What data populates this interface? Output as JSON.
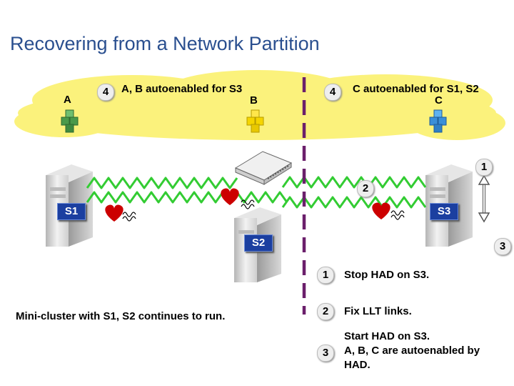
{
  "title": "Recovering from a Network Partition",
  "groups": {
    "a": "A",
    "b": "B",
    "c": "C"
  },
  "left_callout": {
    "number": "4",
    "text": "A, B autoenabled for S3"
  },
  "right_callout": {
    "number": "4",
    "text": "C autoenabled for S1, S2"
  },
  "markers": {
    "one": "1",
    "two": "2",
    "three": "3"
  },
  "servers": {
    "s1": "S1",
    "s2": "S2",
    "s3": "S3"
  },
  "mini_cluster_note": "Mini-cluster with S1, S2 continues to run.",
  "steps": [
    {
      "number": "1",
      "text": "Stop HAD on S3."
    },
    {
      "number": "2",
      "text": "Fix LLT links."
    },
    {
      "number": "3",
      "lines": [
        "Start HAD on S3.",
        "A, B, C are autoenabled by",
        "HAD."
      ]
    }
  ],
  "colors": {
    "title": "#2a4f8f",
    "cloud": "#fbf27c",
    "partition_line": "#6b1f6b",
    "llt_links": "#33cc33",
    "server_label": "#1b3fa0",
    "heart": "#cc0000",
    "group_a_cubes": "#4a9a4a",
    "group_b_cubes": "#f5d500",
    "group_c_cubes": "#3a8fd8"
  }
}
